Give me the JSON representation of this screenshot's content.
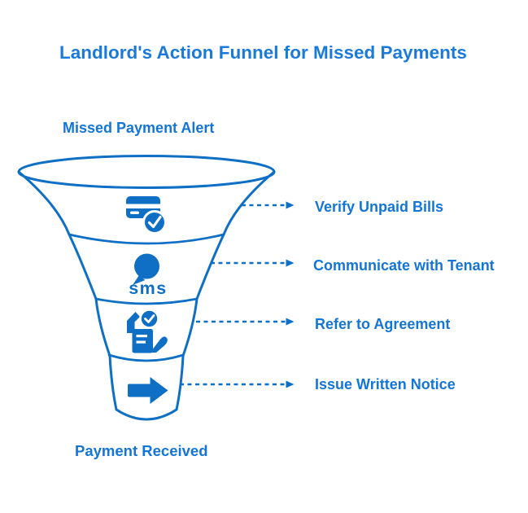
{
  "title": "Landlord's Action Funnel for Missed Payments",
  "funnel": {
    "top_label": "Missed Payment Alert",
    "bottom_label": "Payment Received",
    "sms_text": "sms",
    "stages": [
      {
        "icon": "bills-check-icon",
        "label": "Verify Unpaid Bills"
      },
      {
        "icon": "sms-bubble-icon",
        "label": "Communicate with Tenant"
      },
      {
        "icon": "agreement-hand-icon",
        "label": "Refer to Agreement"
      },
      {
        "icon": "arrow-right-icon",
        "label": "Issue Written Notice"
      }
    ]
  },
  "colors": {
    "graphic_blue": "#0e6fc5",
    "label_blue": "#1375d6",
    "title_blue": "#1a7ada",
    "background": "#ffffff"
  }
}
